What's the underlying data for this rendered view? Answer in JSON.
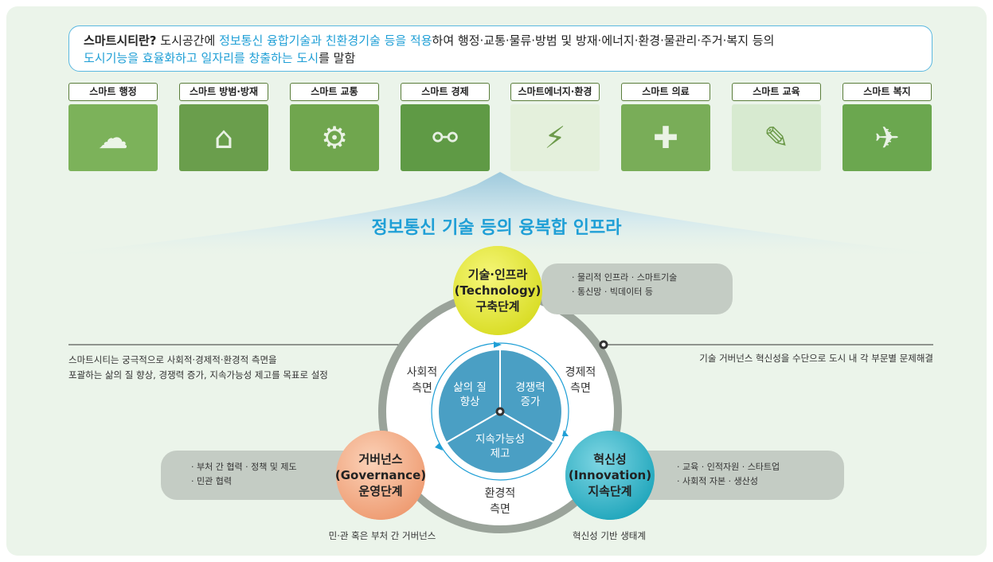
{
  "definition": {
    "title": "스마트시티란?",
    "part1": " 도시공간에 ",
    "hl1": "정보통신 융합기술과 친환경기술 등을 적용",
    "part2": "하여 행정·교통·물류·방범 및 방재·에너지·환경·물관리·주거·복지 등의",
    "hl2": "도시기능을 효율화하고 일자리를 창출하는 도시",
    "part3": "를 말함"
  },
  "categories": [
    {
      "label": "스마트 행정",
      "icon": "cloud-network-icon",
      "glyph": "☁"
    },
    {
      "label": "스마트 방범·방재",
      "icon": "house-security-icon",
      "glyph": "⌂"
    },
    {
      "label": "스마트 교통",
      "icon": "traffic-circuit-icon",
      "glyph": "⚙"
    },
    {
      "label": "스마트 경제",
      "icon": "economy-network-icon",
      "glyph": "⚯"
    },
    {
      "label": "스마트에너지·환경",
      "icon": "energy-city-icon",
      "glyph": "⚡"
    },
    {
      "label": "스마트 의료",
      "icon": "doctor-screen-icon",
      "glyph": "✚"
    },
    {
      "label": "스마트 교육",
      "icon": "mobile-education-icon",
      "glyph": "✎"
    },
    {
      "label": "스마트 복지",
      "icon": "welfare-network-icon",
      "glyph": "✈"
    }
  ],
  "infra_headline": "정보통신 기술 등의 융복합 인프라",
  "technology": {
    "line1": "기술·인프라",
    "line2": "(Technology)",
    "line3": "구축단계",
    "bullets1": "· 물리적 인프라  · 스마트기술",
    "bullets2": "· 통신망  · 빅데이터 등",
    "note": "기술 거버넌스 혁신성을 수단으로 도시 내 각 부문별 문제해결"
  },
  "governance": {
    "line1": "거버넌스",
    "line2": "(Governance)",
    "line3": "운영단계",
    "bullets1": "· 부처 간 협력  · 정책 및 제도",
    "bullets2": "· 민관 협력",
    "note": "민·관 혹은 부처 간 거버넌스"
  },
  "innovation": {
    "line1": "혁신성",
    "line2": "(Innovation)",
    "line3": "지속단계",
    "bullets1": "· 교육  · 인적자원  · 스타트업",
    "bullets2": "· 사회적 자본  · 생산성",
    "note": "혁신성 기반 생태계"
  },
  "goal_note": {
    "line1": "스마트시티는 궁극적으로 사회적·경제적·환경적 측면을",
    "line2": "포괄하는 삶의 질 향상, 경쟁력 증가, 지속가능성 제고를 목표로 설정"
  },
  "aspects": {
    "social": {
      "line1": "사회적",
      "line2": "측면"
    },
    "economic": {
      "line1": "경제적",
      "line2": "측면"
    },
    "environmental": {
      "line1": "환경적",
      "line2": "측면"
    }
  },
  "segments": {
    "quality": {
      "line1": "삶의 질",
      "line2": "향상"
    },
    "competitiveness": {
      "line1": "경쟁력",
      "line2": "증가"
    },
    "sustainability": {
      "line1": "지속가능성",
      "line2": "제고"
    }
  },
  "colors": {
    "accent_blue": "#1f9fd6",
    "segment_blue": "#4a9fc4",
    "ring_gray": "#9aa39a",
    "tech_yellow": "#e8ea3a",
    "gov_peach": "#f4a882",
    "innov_teal": "#2fb2c6",
    "panel_green": "#ebf4ea",
    "tile_green": "#6fa850"
  }
}
